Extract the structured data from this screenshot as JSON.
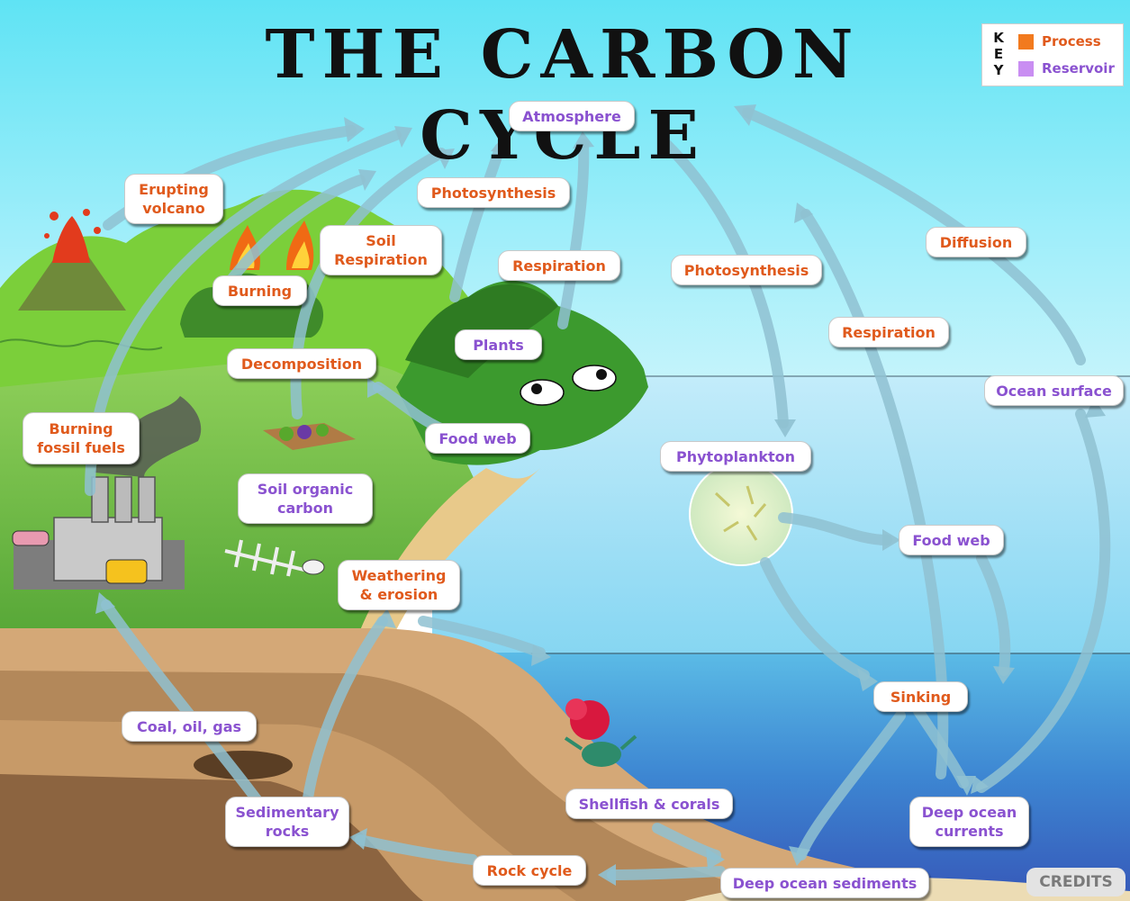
{
  "title": "THE CARBON CYCLE",
  "key": {
    "letters": "K\nE\nY",
    "process_label": "Process",
    "reservoir_label": "Reservoir",
    "process_color": "#f27a1e",
    "reservoir_color": "#c98ef2"
  },
  "labels": {
    "atmosphere": "Atmosphere",
    "erupting_volcano": "Erupting\nvolcano",
    "photosynthesis_land": "Photosynthesis",
    "soil_respiration": "Soil\nRespiration",
    "respiration_land": "Respiration",
    "burning": "Burning",
    "photosynthesis_ocean": "Photosynthesis",
    "diffusion": "Diffusion",
    "respiration_ocean": "Respiration",
    "plants": "Plants",
    "decomposition": "Decomposition",
    "ocean_surface": "Ocean surface",
    "burning_fossil_fuels": "Burning\nfossil fuels",
    "food_web_land": "Food web",
    "phytoplankton": "Phytoplankton",
    "soil_organic_carbon": "Soil organic\ncarbon",
    "food_web_ocean": "Food web",
    "weathering_erosion": "Weathering\n& erosion",
    "sinking": "Sinking",
    "coal_oil_gas": "Coal, oil, gas",
    "shellfish_corals": "Shellfish & corals",
    "sedimentary_rocks": "Sedimentary\nrocks",
    "deep_ocean_currents": "Deep ocean\ncurrents",
    "rock_cycle": "Rock cycle",
    "deep_ocean_sediments": "Deep ocean sediments"
  },
  "credits_label": "CREDITS"
}
